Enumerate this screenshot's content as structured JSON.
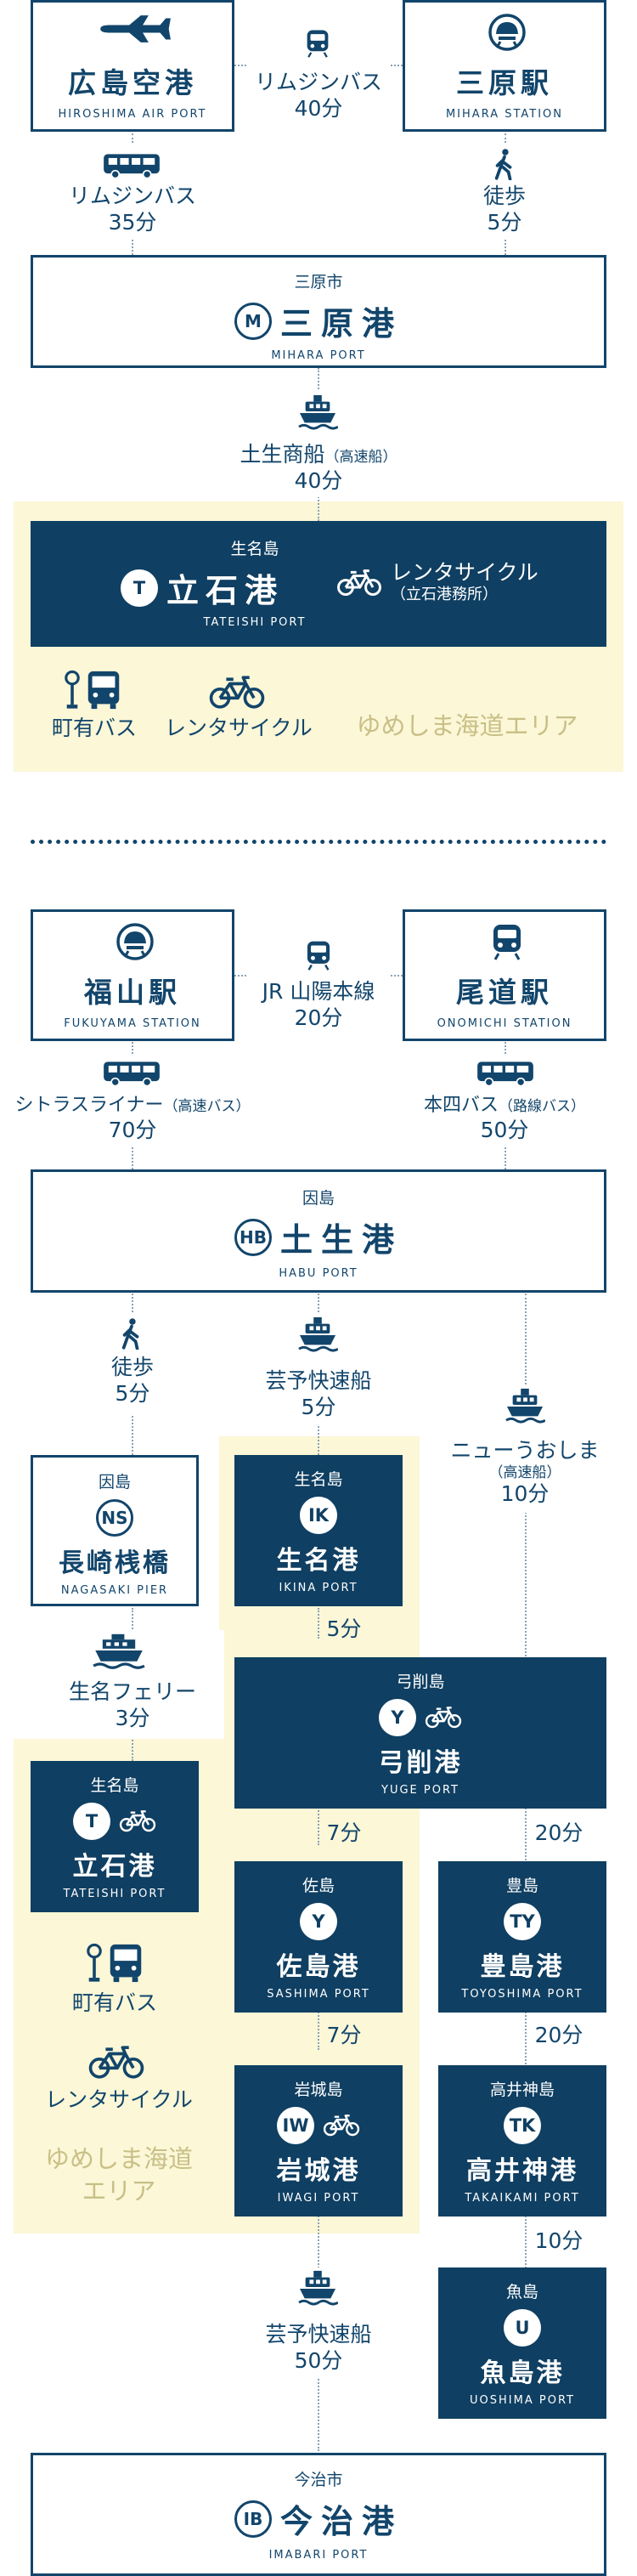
{
  "section_top": {
    "hiroshima": {
      "jp": "広島空港",
      "en": "HIROSHIMA AIR PORT"
    },
    "mihara_station": {
      "jp": "三原駅",
      "en": "MIHARA STATION"
    },
    "limousine_top": {
      "label": "リムジンバス",
      "time": "40分"
    },
    "limousine_left": {
      "label": "リムジンバス",
      "time": "35分"
    },
    "walk_right": {
      "label": "徒歩",
      "time": "5分"
    },
    "mihara_port": {
      "city": "三原市",
      "badge": "M",
      "jp": "三原港",
      "en": "MIHARA PORT"
    },
    "ship": {
      "label": "土生商船",
      "paren": "（高速船）",
      "time": "40分"
    },
    "tateishi": {
      "island": "生名島",
      "badge": "T",
      "jp": "立石港",
      "en": "TATEISHI PORT",
      "cycle": "レンタサイクル",
      "cycle_note": "（立石港務所）"
    },
    "bus_label": "町有バス",
    "cycle_label": "レンタサイクル",
    "area_label": "ゆめしま海道エリア"
  },
  "section_bottom": {
    "fukuyama": {
      "jp": "福山駅",
      "en": "FUKUYAMA STATION"
    },
    "onomichi": {
      "jp": "尾道駅",
      "en": "ONOMICHI STATION"
    },
    "jr": {
      "label": "JR 山陽本線",
      "time": "20分"
    },
    "citrus": {
      "label": "シトラスライナー",
      "paren": "（高速バス）",
      "time": "70分"
    },
    "honshi": {
      "label": "本四バス",
      "paren": "（路線バス）",
      "time": "50分"
    },
    "habu": {
      "city": "因島",
      "badge": "HB",
      "jp": "土生港",
      "en": "HABU PORT"
    },
    "walk": {
      "label": "徒歩",
      "time": "5分"
    },
    "geiyo1": {
      "label": "芸予快速船",
      "time": "5分"
    },
    "newuoshima": {
      "label": "ニューうおしま",
      "paren": "（高速船）",
      "time": "10分"
    },
    "nagasaki": {
      "city": "因島",
      "badge": "NS",
      "jp": "長崎桟橋",
      "en": "NAGASAKI PIER"
    },
    "ikina": {
      "island": "生名島",
      "badge": "IK",
      "jp": "生名港",
      "en": "IKINA PORT"
    },
    "t_ikina_yuge": "5分",
    "ikina_ferry": {
      "label": "生名フェリー",
      "time": "3分"
    },
    "yuge": {
      "island": "弓削島",
      "badge": "Y",
      "jp": "弓削港",
      "en": "YUGE PORT"
    },
    "tateishi": {
      "island": "生名島",
      "badge": "T",
      "jp": "立石港",
      "en": "TATEISHI PORT"
    },
    "t_yuge_sashima": "7分",
    "t_yuge_toyoshima": "20分",
    "sashima": {
      "island": "佐島",
      "badge": "Y",
      "jp": "佐島港",
      "en": "SASHIMA PORT"
    },
    "toyoshima": {
      "island": "豊島",
      "badge": "TY",
      "jp": "豊島港",
      "en": "TOYOSHIMA PORT"
    },
    "bus_label": "町有バス",
    "cycle_label": "レンタサイクル",
    "t_sashima_iwagi": "7分",
    "t_toyo_takaikami": "20分",
    "area_label_1": "ゆめしま海道",
    "area_label_2": "エリア",
    "iwagi": {
      "island": "岩城島",
      "badge": "IW",
      "jp": "岩城港",
      "en": "IWAGI PORT"
    },
    "takaikami": {
      "island": "高井神島",
      "badge": "TK",
      "jp": "高井神港",
      "en": "TAKAIKAMI PORT"
    },
    "t_takaikami_uoshima": "10分",
    "geiyo2": {
      "label": "芸予快速船",
      "time": "50分"
    },
    "uoshima": {
      "island": "魚島",
      "badge": "U",
      "jp": "魚島港",
      "en": "UOSHIMA PORT"
    },
    "imabari": {
      "city": "今治市",
      "badge": "IB",
      "jp": "今治港",
      "en": "IMABARI PORT"
    }
  },
  "colors": {
    "navy": "#0f3f62",
    "cream": "#fbf7d7",
    "area_text": "#c9bf86"
  },
  "icons": [
    "airplane-icon",
    "train-icon",
    "bus-icon",
    "walk-icon",
    "ship-icon",
    "bicycle-icon",
    "bus-stop-icon",
    "ferry-icon"
  ]
}
